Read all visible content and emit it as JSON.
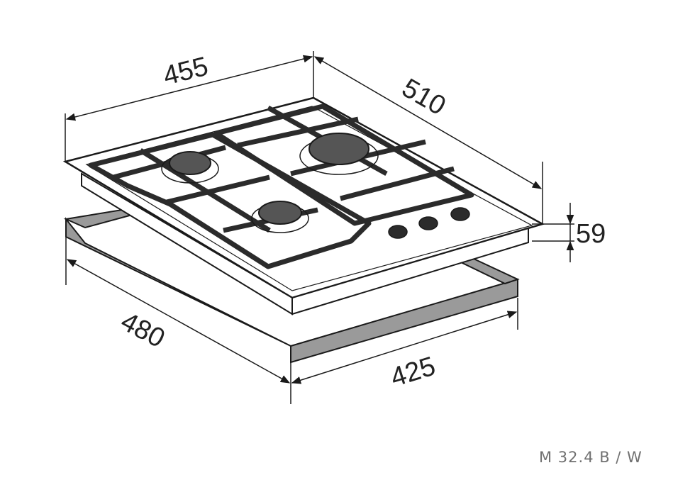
{
  "dimensions": {
    "width_top": "455",
    "depth_top": "510",
    "height": "59",
    "cutout_depth": "480",
    "cutout_width": "425"
  },
  "model": {
    "label": "M 32.4 B / W"
  },
  "colors": {
    "line": "#1a1a1a",
    "grate": "#2b2b2b",
    "burner": "#555555",
    "cutout_frame": "#9a9a9a",
    "model_text": "#707070"
  }
}
